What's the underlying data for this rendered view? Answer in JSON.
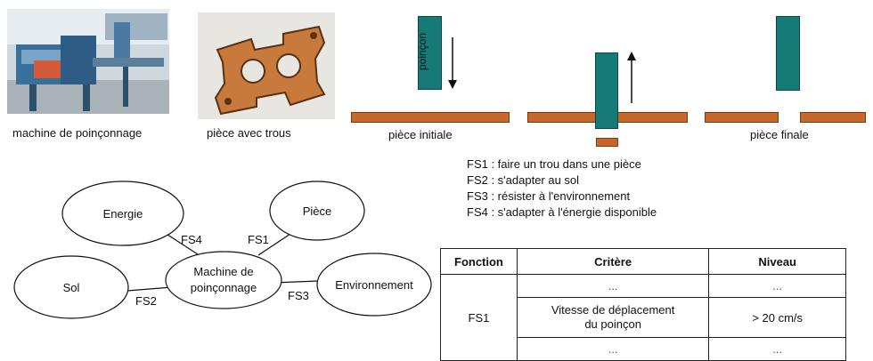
{
  "photos": {
    "machine_caption": "machine de poinçonnage",
    "piece_caption": "pièce avec trous"
  },
  "process": {
    "punch_label": "poinçon",
    "initial_caption": "pièce initiale",
    "final_caption": "pièce finale"
  },
  "functions_list": [
    "FS1 : faire un trou dans une pièce",
    "FS2 : s'adapter au sol",
    "FS3 : résister à l'environnement",
    "FS4 : s'adapter à l'énergie disponible"
  ],
  "diagram": {
    "center": "Machine de poinçonnage",
    "center_line1": "Machine de",
    "center_line2": "poinçonnage",
    "nodes": {
      "energie": "Energie",
      "piece": "Pièce",
      "sol": "Sol",
      "environnement": "Environnement"
    },
    "links": {
      "fs4": "FS4",
      "fs1": "FS1",
      "fs2": "FS2",
      "fs3": "FS3"
    }
  },
  "table": {
    "headers": [
      "Fonction",
      "Critère",
      "Niveau"
    ],
    "function": "FS1",
    "rows": [
      {
        "critere": "...",
        "niveau": "..."
      },
      {
        "critere_line1": "Vitesse de déplacement",
        "critere_line2": "du poinçon",
        "niveau": ">  20 cm/s"
      },
      {
        "critere": "...",
        "niveau": "..."
      }
    ]
  },
  "colors": {
    "piece_bar": "#c8672a",
    "punch": "#167a77",
    "photo_background": "#e8e6e1"
  }
}
